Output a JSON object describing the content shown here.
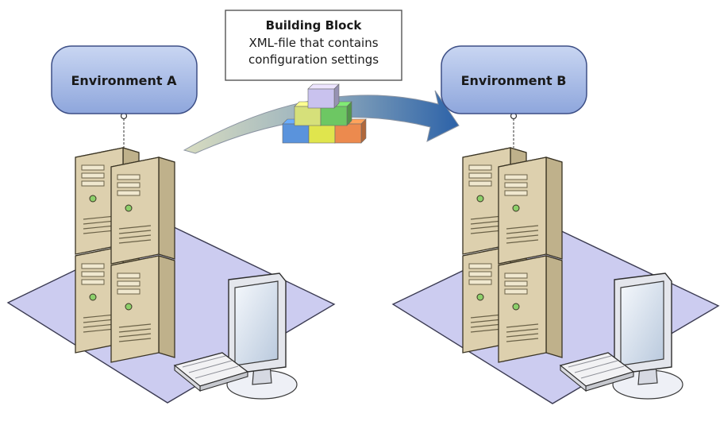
{
  "callout": {
    "title": "Building Block",
    "line1": "XML-file that contains",
    "line2": "configuration settings"
  },
  "environments": [
    {
      "label": "Environment A"
    },
    {
      "label": "Environment B"
    }
  ],
  "colors": {
    "bubble_fill": "#a9bde6",
    "bubble_stroke": "#3d4f86",
    "platform": "#ccccf0",
    "server_body": "#ddd0ae",
    "server_top": "#f4ecd4",
    "arrow_dark": "#2c62a8",
    "arrow_light": "#cfd6ba"
  },
  "blocks": {
    "top": [
      "#c9c2ee"
    ],
    "middle": [
      "#d6e07a",
      "#6dc763"
    ],
    "bottom": [
      "#5a93dc",
      "#e0e54d",
      "#ec8a4e"
    ]
  }
}
